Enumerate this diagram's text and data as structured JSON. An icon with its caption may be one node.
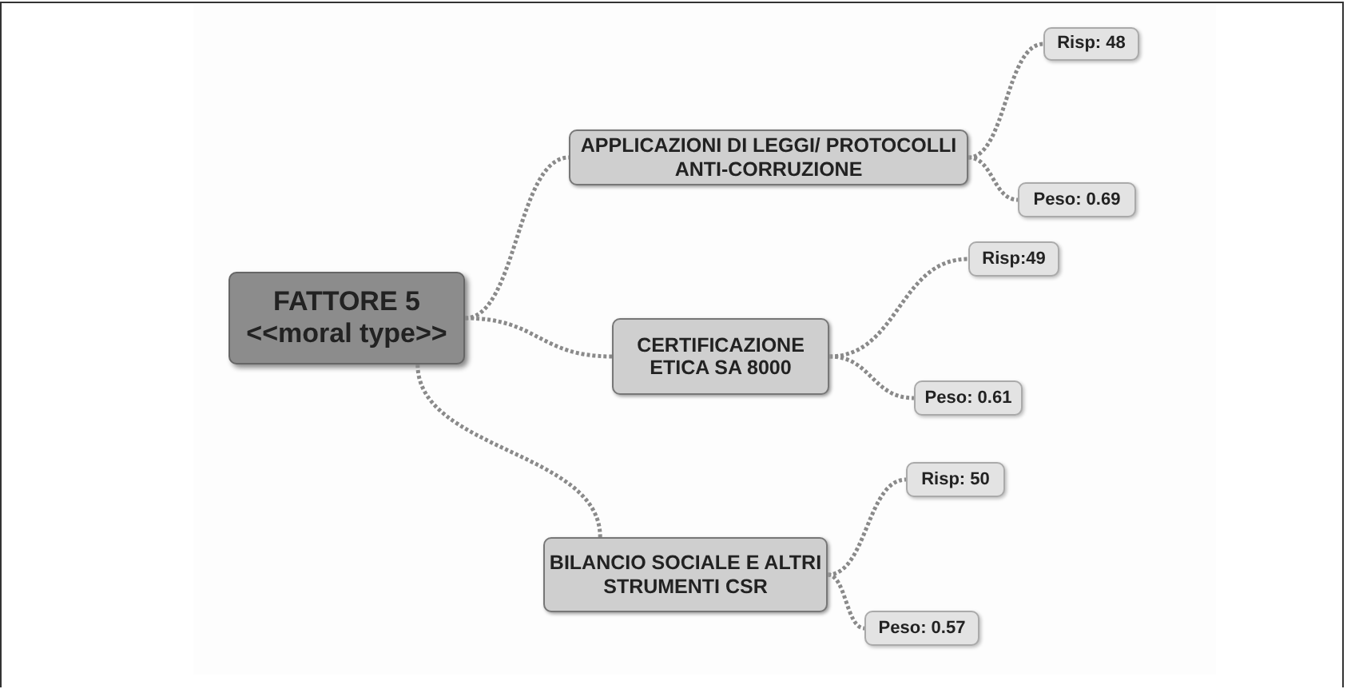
{
  "diagram": {
    "nodes": [
      {
        "text": [
          "FATTORE 5",
          "<<moral type>>"
        ]
      },
      {
        "text": [
          "APPLICAZIONI DI LEGGI/ PROTOCOLLI ANTI-CORRUZIONE"
        ]
      },
      {
        "text": [
          "Risp: 48"
        ]
      },
      {
        "text": [
          "Peso: 0.69"
        ]
      },
      {
        "text": [
          "CERTIFICAZIONE ETICA SA 8000"
        ]
      },
      {
        "text": [
          "Risp:49"
        ]
      },
      {
        "text": [
          "Peso: 0.61"
        ]
      },
      {
        "text": [
          "BILANCIO SOCIALE E ALTRI STRUMENTI CSR"
        ]
      },
      {
        "text": [
          "Risp: 50"
        ]
      },
      {
        "text": [
          "Peso: 0.57"
        ]
      }
    ],
    "edges": [
      {
        "from": 0,
        "to": 1,
        "arrow": "none"
      },
      {
        "from": 0,
        "to": 4,
        "arrow": "none"
      },
      {
        "from": 0,
        "to": 7,
        "arrow": "none"
      },
      {
        "from": 1,
        "to": 2,
        "arrow": "none"
      },
      {
        "from": 1,
        "to": 3,
        "arrow": "none"
      },
      {
        "from": 4,
        "to": 5,
        "arrow": "none"
      },
      {
        "from": 4,
        "to": 6,
        "arrow": "none"
      },
      {
        "from": 7,
        "to": 8,
        "arrow": "none"
      },
      {
        "from": 7,
        "to": 9,
        "arrow": "none"
      }
    ]
  }
}
